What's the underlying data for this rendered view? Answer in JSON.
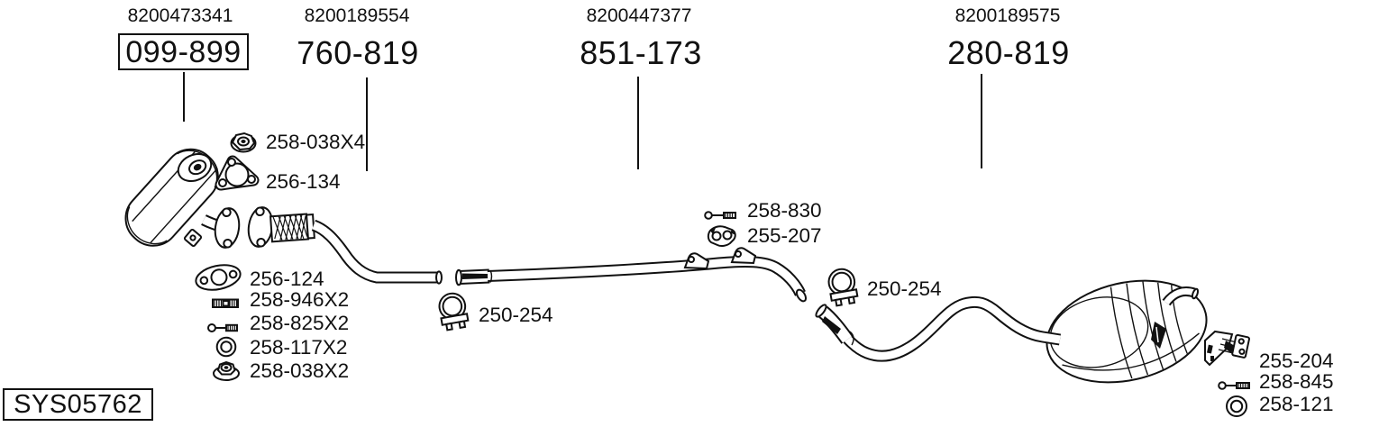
{
  "system": {
    "id": "SYS05762"
  },
  "sections": [
    {
      "ref": "8200473341",
      "part": "099-899",
      "boxed": true
    },
    {
      "ref": "8200189554",
      "part": "760-819",
      "boxed": false
    },
    {
      "ref": "8200447377",
      "part": "851-173",
      "boxed": false
    },
    {
      "ref": "8200189575",
      "part": "280-819",
      "boxed": false
    }
  ],
  "callouts": [
    {
      "id": "258-038X4",
      "icon": "hex-nut-icon"
    },
    {
      "id": "256-134",
      "icon": "triangular-gasket-icon"
    },
    {
      "id": "256-124",
      "icon": "oval-gasket-icon"
    },
    {
      "id": "258-946X2",
      "icon": "threaded-stud-icon"
    },
    {
      "id": "258-825X2",
      "icon": "bolt-icon"
    },
    {
      "id": "258-117X2",
      "icon": "washer-icon"
    },
    {
      "id": "258-038X2",
      "icon": "flange-nut-icon"
    },
    {
      "id": "250-254",
      "icon": "pipe-clamp-icon"
    },
    {
      "id": "258-830",
      "icon": "bolt-icon"
    },
    {
      "id": "255-207",
      "icon": "rubber-hanger-icon"
    },
    {
      "id": "250-254",
      "icon": "pipe-clamp-icon"
    },
    {
      "id": "255-204",
      "icon": "hanger-bracket-icon"
    },
    {
      "id": "258-845",
      "icon": "bolt-icon"
    },
    {
      "id": "258-121",
      "icon": "washer-icon"
    }
  ],
  "colors": {
    "ink": "#111111",
    "background": "#ffffff"
  }
}
